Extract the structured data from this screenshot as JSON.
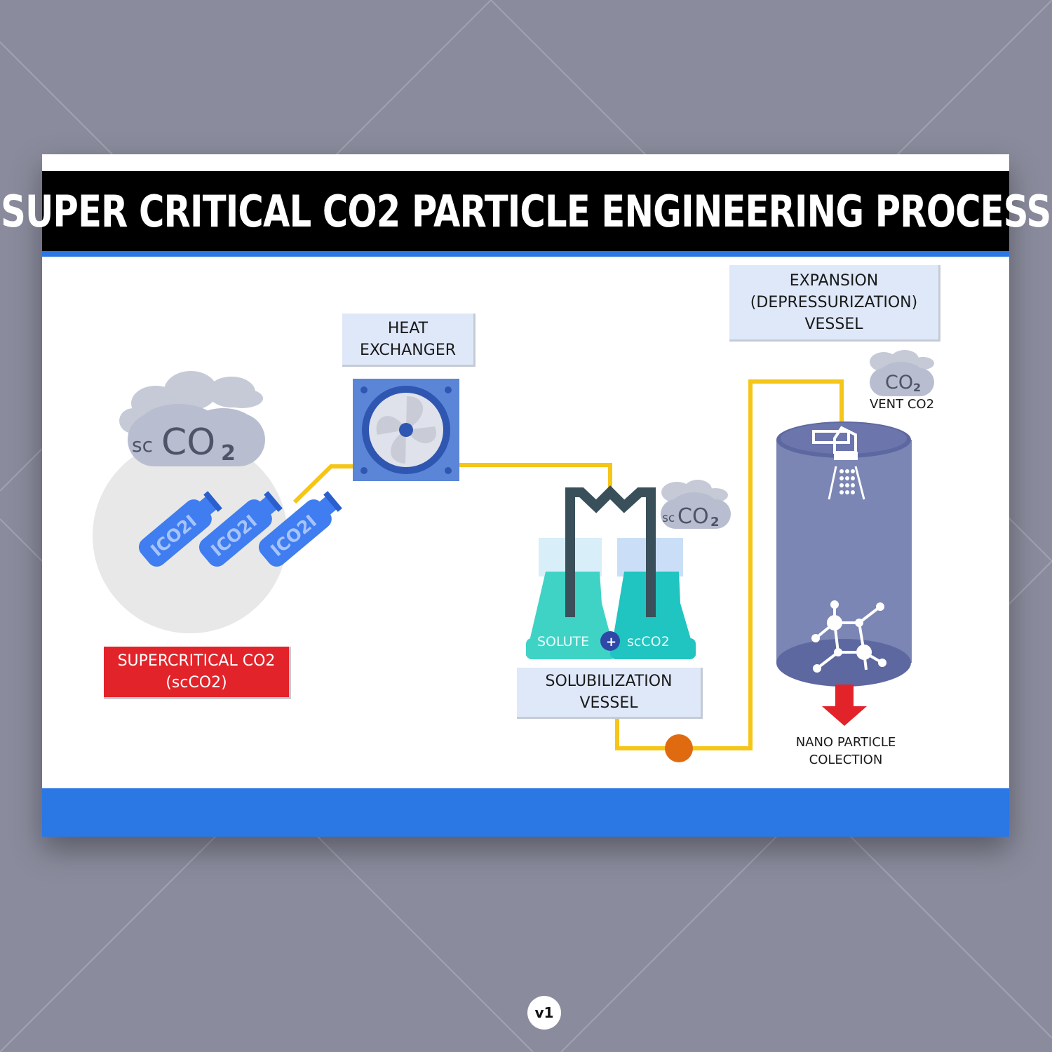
{
  "title": "SUPER CRITICAL CO2 PARTICLE ENGINEERING PROCESS",
  "labels": {
    "heat_exchanger": [
      "HEAT",
      "EXCHANGER"
    ],
    "expansion_vessel": [
      "EXPANSION",
      "(DEPRESSURIZATION)",
      "VESSEL"
    ],
    "supercritical": [
      "SUPERCRITICAL CO2",
      "(scCO2)"
    ],
    "solubilization": [
      "SOLUBILIZATION",
      "VESSEL"
    ],
    "nano_collection": [
      "NANO PARTICLE",
      "COLECTION"
    ],
    "vent": "VENT CO2"
  },
  "clouds": {
    "main_prefix": "sc",
    "main_text": "CO",
    "main_sub": "2",
    "small_prefix": "sc",
    "small_text": "CO",
    "small_sub": "2",
    "vent_text": "CO",
    "vent_sub": "2"
  },
  "cylinder_label": "ICO2I",
  "flask_labels": {
    "left": "SOLUTE",
    "plus": "+",
    "right": "scCO2"
  },
  "badge": "v1",
  "colors": {
    "background": "#8a8b9c",
    "title_bar": "#000000",
    "accent_blue": "#2b77e4",
    "pipe_yellow": "#f5c518",
    "label_box": "#dfe8f8",
    "red_label": "#e2232a",
    "valve_orange": "#e06a10",
    "vessel": "#7b86b4",
    "flask_teal": "#20c4c0",
    "cylinder_blue": "#3f7df0"
  }
}
